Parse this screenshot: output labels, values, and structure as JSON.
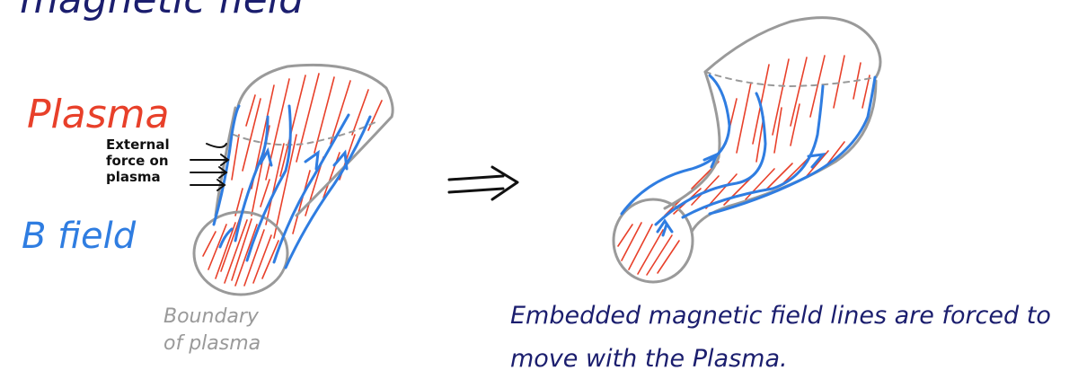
{
  "title_fragment": "magnetic field",
  "labels": {
    "plasma": "Plasma",
    "b_field": "B field",
    "external_force": "External force on plasma",
    "boundary": "Boundary of plasma"
  },
  "caption": "Embedded magnetic field lines are forced to move with the Plasma.",
  "colors": {
    "plasma": "#e8402a",
    "field": "#2f7de1",
    "boundary": "#9a9a9a",
    "ink": "#1b1e6e",
    "arrow": "#111111"
  }
}
